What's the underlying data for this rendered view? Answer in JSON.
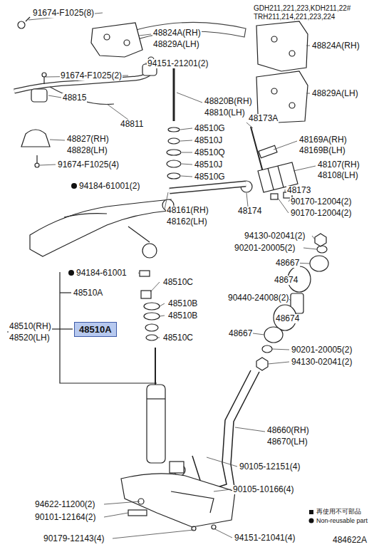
{
  "diagram": {
    "nodes": [
      {
        "text": [
          "48510A"
        ]
      }
    ],
    "labels": [
      "91674-F1025(8)",
      "48824A(RH)",
      "48829A(LH)",
      "GDH211,221,223,KDH211,22#",
      "TRH211,214,221,223,224",
      "48824A(RH)",
      "94151-21201(2)",
      "91674-F1025(2)",
      "48829A(LH)",
      "48815",
      "48811",
      "48820B(RH)",
      "48810(LH)",
      "48173A",
      "48510G",
      "48510J",
      "48827(RH)",
      "48828(LH)",
      "48510Q",
      "48169A(RH)",
      "48169B(LH)",
      "91674-F1025(4)",
      "48510J",
      "48107(RH)",
      "48108(LH)",
      "48510G",
      "94184-61001(2)",
      "48173",
      "48161(RH)",
      "48162(LH)",
      "48174",
      "90170-12004(2)",
      "90170-12004(2)",
      "94130-02041(2)",
      "90201-20005(2)",
      "94184-61001",
      "48667",
      "48510A",
      "48510C",
      "48674",
      "48510B",
      "90440-24008(2)",
      "48510(RH)",
      "48520(LH)",
      "48510B",
      "48674",
      "48510C",
      "48667",
      "90201-20005(2)",
      "94130-02041(2)",
      "48660(RH)",
      "48670(LH)",
      "90105-12151(4)",
      "90105-10166(4)",
      "94622-11200(2)",
      "90101-12164(2)",
      "90179-12143(4)",
      "94151-21041(4)",
      "484622A"
    ],
    "legend": [
      {
        "text": "再使用不可部品"
      },
      {
        "text": "Non-reusable part"
      }
    ]
  }
}
